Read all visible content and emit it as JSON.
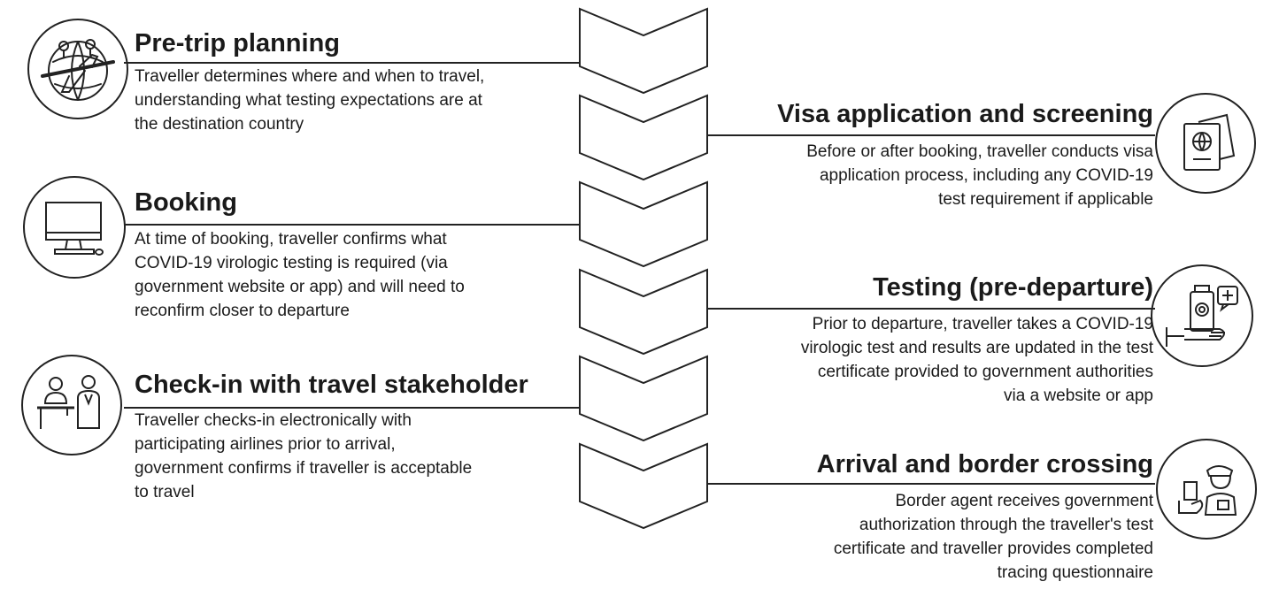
{
  "steps": [
    {
      "side": "left",
      "icon": "globe-airplane-icon",
      "title": "Pre-trip planning",
      "lines": [
        "Traveller determines where and when to travel,",
        "understanding what testing expectations are at",
        "the destination country"
      ]
    },
    {
      "side": "left",
      "icon": "computer-monitor-icon",
      "title": "Booking",
      "lines": [
        "At time of booking, traveller confirms what",
        "COVID-19 virologic testing is required (via",
        "government website or app) and will need to",
        "reconfirm closer to departure"
      ]
    },
    {
      "side": "left",
      "icon": "check-in-desk-icon",
      "title": "Check-in with travel stakeholder",
      "lines": [
        "Traveller checks-in electronically with",
        "participating airlines prior to arrival,",
        "government confirms if traveller is acceptable",
        "to travel"
      ]
    },
    {
      "side": "right",
      "icon": "passport-icon",
      "title": "Visa application and screening",
      "lines": [
        "Before or after booking, traveller conducts visa",
        "application process, including any COVID-19",
        "test requirement if applicable"
      ]
    },
    {
      "side": "right",
      "icon": "test-kit-icon",
      "title": "Testing (pre-departure)",
      "lines": [
        "Prior to departure, traveller takes a COVID-19",
        "virologic test and results are updated in the test",
        "certificate provided to government authorities",
        "via a website or app"
      ]
    },
    {
      "side": "right",
      "icon": "border-agent-icon",
      "title": "Arrival and border crossing",
      "lines": [
        "Border agent receives government",
        "authorization through the traveller's test",
        "certificate and traveller provides completed",
        "tracing questionnaire"
      ]
    }
  ],
  "colors": {
    "stroke": "#222222",
    "text": "#1a1a1a",
    "background": "#ffffff"
  }
}
